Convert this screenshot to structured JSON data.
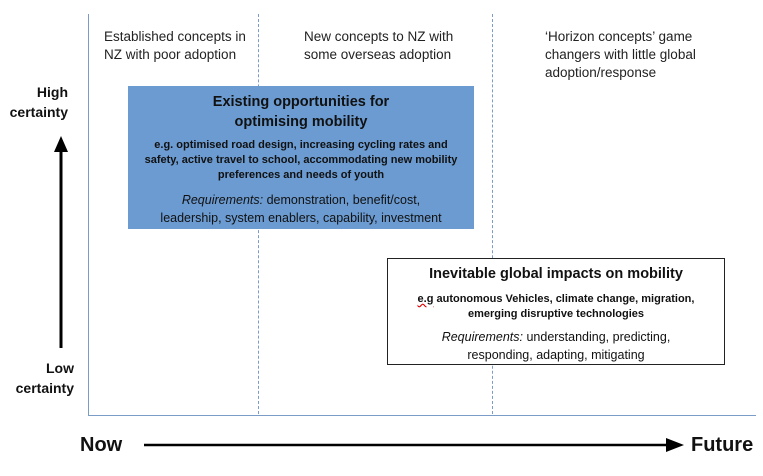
{
  "columns": {
    "col1": [
      "Established concepts in",
      "NZ with poor adoption"
    ],
    "col2": [
      "New concepts to NZ with",
      "some overseas adoption"
    ],
    "col3": [
      "‘Horizon concepts’  game",
      "changers with little global",
      "adoption/response"
    ]
  },
  "y_axis": {
    "high": [
      "High",
      "certainty"
    ],
    "low": [
      "Low",
      "certainty"
    ]
  },
  "box_existing": {
    "title": [
      "Existing opportunities for",
      "optimising mobility"
    ],
    "examples": [
      "e.g. optimised road design, increasing cycling rates and",
      "safety, active travel to school, accommodating new mobility",
      "preferences and needs of youth"
    ],
    "req_label": "Requirements:",
    "req_line1": " demonstration, benefit/cost,",
    "req_line2": "leadership, system enablers, capability, investment"
  },
  "box_inevitable": {
    "title": "Inevitable global impacts on mobility",
    "examples_prefix": "e.g",
    "examples_line1": " autonomous Vehicles, climate change, migration,",
    "examples_line2": "emerging disruptive technologies",
    "req_label": "Requirements:",
    "req_line1": " understanding, predicting,",
    "req_line2": "responding, adapting, mitigating"
  },
  "x_axis": {
    "start": "Now",
    "end": "Future"
  },
  "colors": {
    "box_fill": "#6b9bd1",
    "axis": "#7a9cc6",
    "arrow": "#000000"
  }
}
